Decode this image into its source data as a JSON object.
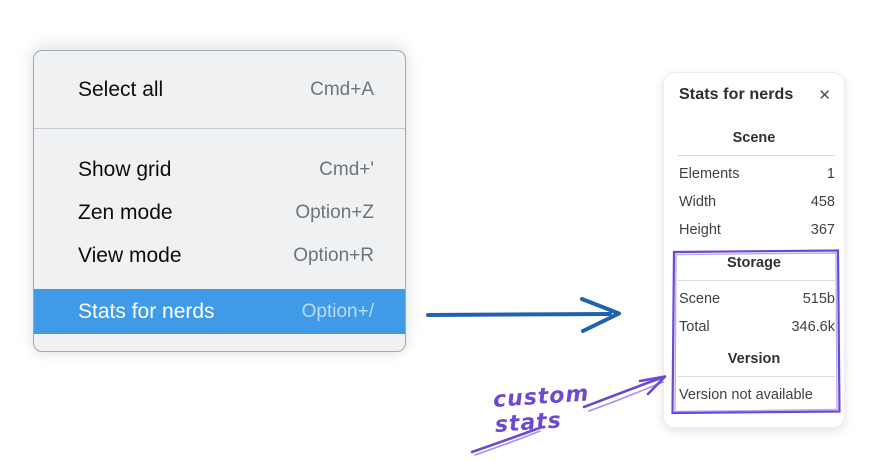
{
  "context_menu": {
    "items": [
      {
        "label": "Select all",
        "shortcut": "Cmd+A",
        "selected": false
      },
      {
        "label": "Show grid",
        "shortcut": "Cmd+'",
        "selected": false
      },
      {
        "label": "Zen mode",
        "shortcut": "Option+Z",
        "selected": false
      },
      {
        "label": "View mode",
        "shortcut": "Option+R",
        "selected": false
      },
      {
        "label": "Stats for nerds",
        "shortcut": "Option+/",
        "selected": true
      }
    ]
  },
  "stats_panel": {
    "title": "Stats for nerds",
    "close_icon": "✕",
    "sections": [
      {
        "heading": "Scene",
        "rows": [
          {
            "label": "Elements",
            "value": "1"
          },
          {
            "label": "Width",
            "value": "458"
          },
          {
            "label": "Height",
            "value": "367"
          }
        ]
      },
      {
        "heading": "Storage",
        "rows": [
          {
            "label": "Scene",
            "value": "515b"
          },
          {
            "label": "Total",
            "value": "346.6k"
          }
        ]
      },
      {
        "heading": "Version",
        "note": "Version not available"
      }
    ]
  },
  "annotation": {
    "label": "custom stats"
  },
  "colors": {
    "menu_highlight": "#3f9be8",
    "arrow_blue": "#2063ad",
    "annotation_purple": "#6b49d3",
    "menu_background": "#f0f1f2"
  }
}
